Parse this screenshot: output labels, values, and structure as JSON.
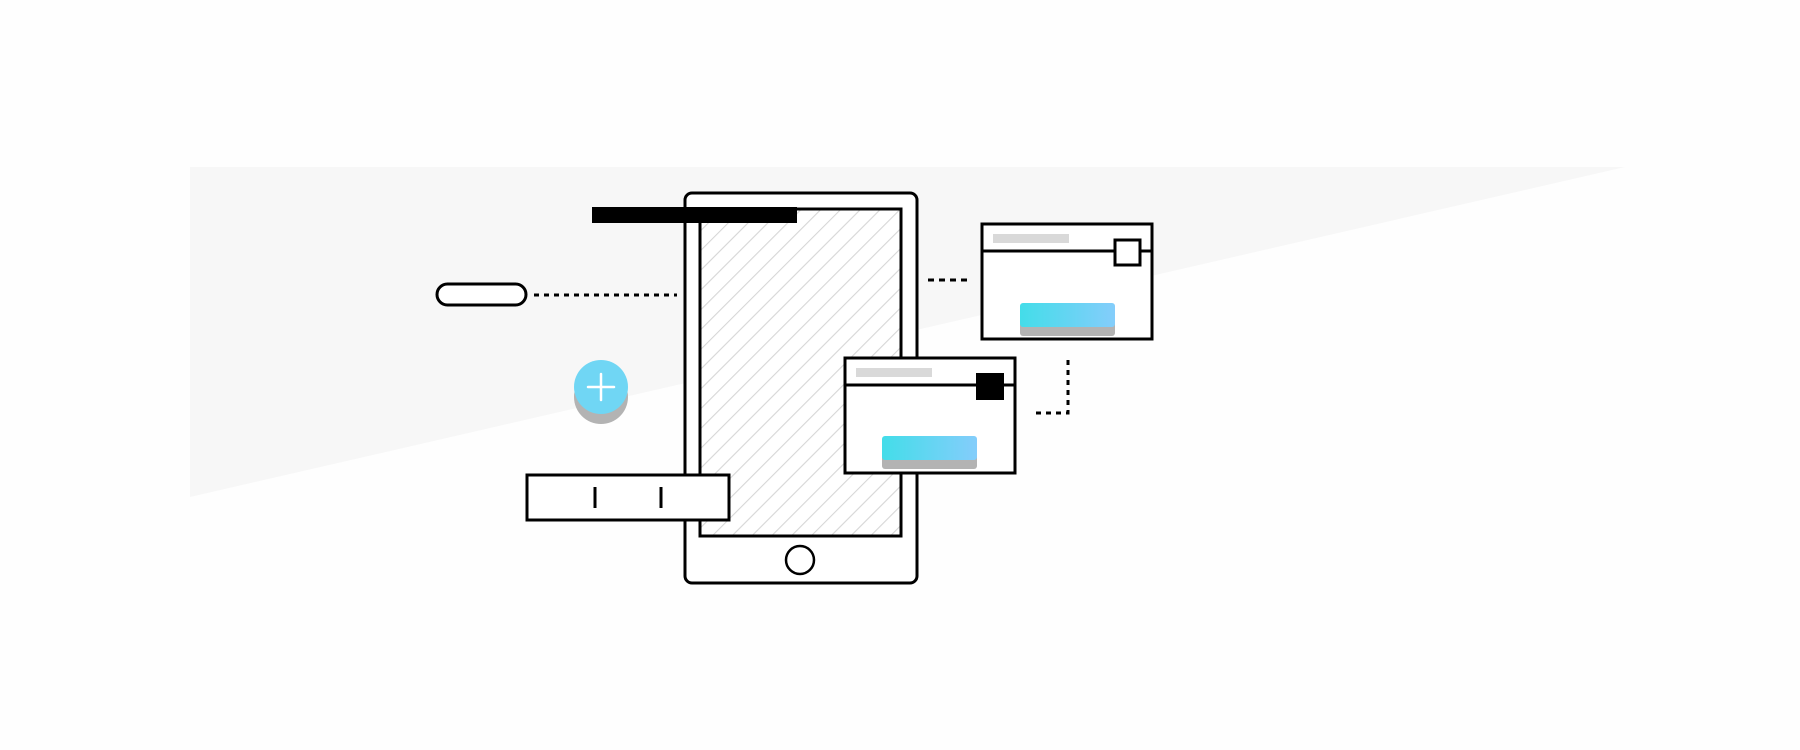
{
  "colors": {
    "background": "#fefefe",
    "backdrop": "#f7f7f7",
    "stroke": "#000000",
    "hatch": "#d6d6d6",
    "placeholder_bar": "#d9d9d9",
    "accent_start": "#43dde9",
    "accent_end": "#84cdfb",
    "fab": "#70d6f4",
    "shadow": "#b3b3b3",
    "white": "#ffffff"
  },
  "icons": {
    "fab": "plus-icon",
    "device_button": "home-button-icon"
  },
  "modules": [
    {
      "id": "card-top-right",
      "toggle": "open"
    },
    {
      "id": "card-bottom",
      "toggle": "filled"
    }
  ]
}
